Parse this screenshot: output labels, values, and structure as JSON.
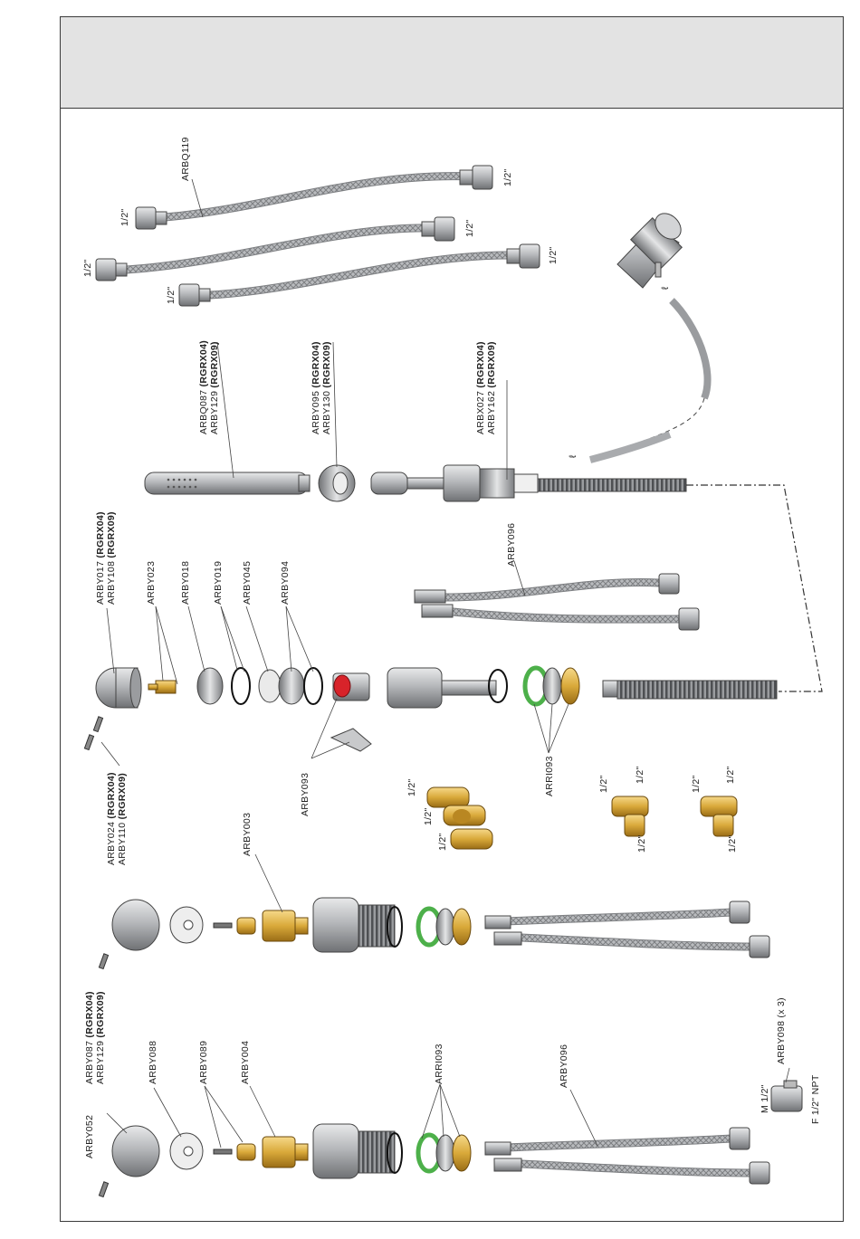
{
  "labels": {
    "arbq119": "ARBQ119",
    "half_inch": "1/2\"",
    "arbq087": "ARBQ087",
    "arby129": "ARBY129",
    "arby095": "ARBY095",
    "arby130": "ARBY130",
    "arbx027": "ARBX027",
    "arby162": "ARBY162",
    "rgrx04": "(RGRX04)",
    "rgrx09": "(RGRX09)",
    "arby017": "ARBY017",
    "arby108": "ARBY108",
    "arby023": "ARBY023",
    "arby018": "ARBY018",
    "arby019": "ARBY019",
    "arby045": "ARBY045",
    "arby094": "ARBY094",
    "arby096": "ARBY096",
    "arby093": "ARBY093",
    "arri093": "ARRI093",
    "arby024": "ARBY024",
    "arby110": "ARBY110",
    "arby003": "ARBY003",
    "arby087": "ARBY087",
    "arby052": "ARBY052",
    "arby088": "ARBY088",
    "arby089": "ARBY089",
    "arby004": "ARBY004",
    "arby098": "ARBY098 (x 3)",
    "m_half": "M 1/2\"",
    "f_half_npt": "F 1/2\" NPT"
  },
  "colors": {
    "steel": "#a9abae",
    "steel_dark": "#6d6f72",
    "brass": "#d9a93a",
    "green": "#4db04a",
    "red": "#d8232a"
  }
}
